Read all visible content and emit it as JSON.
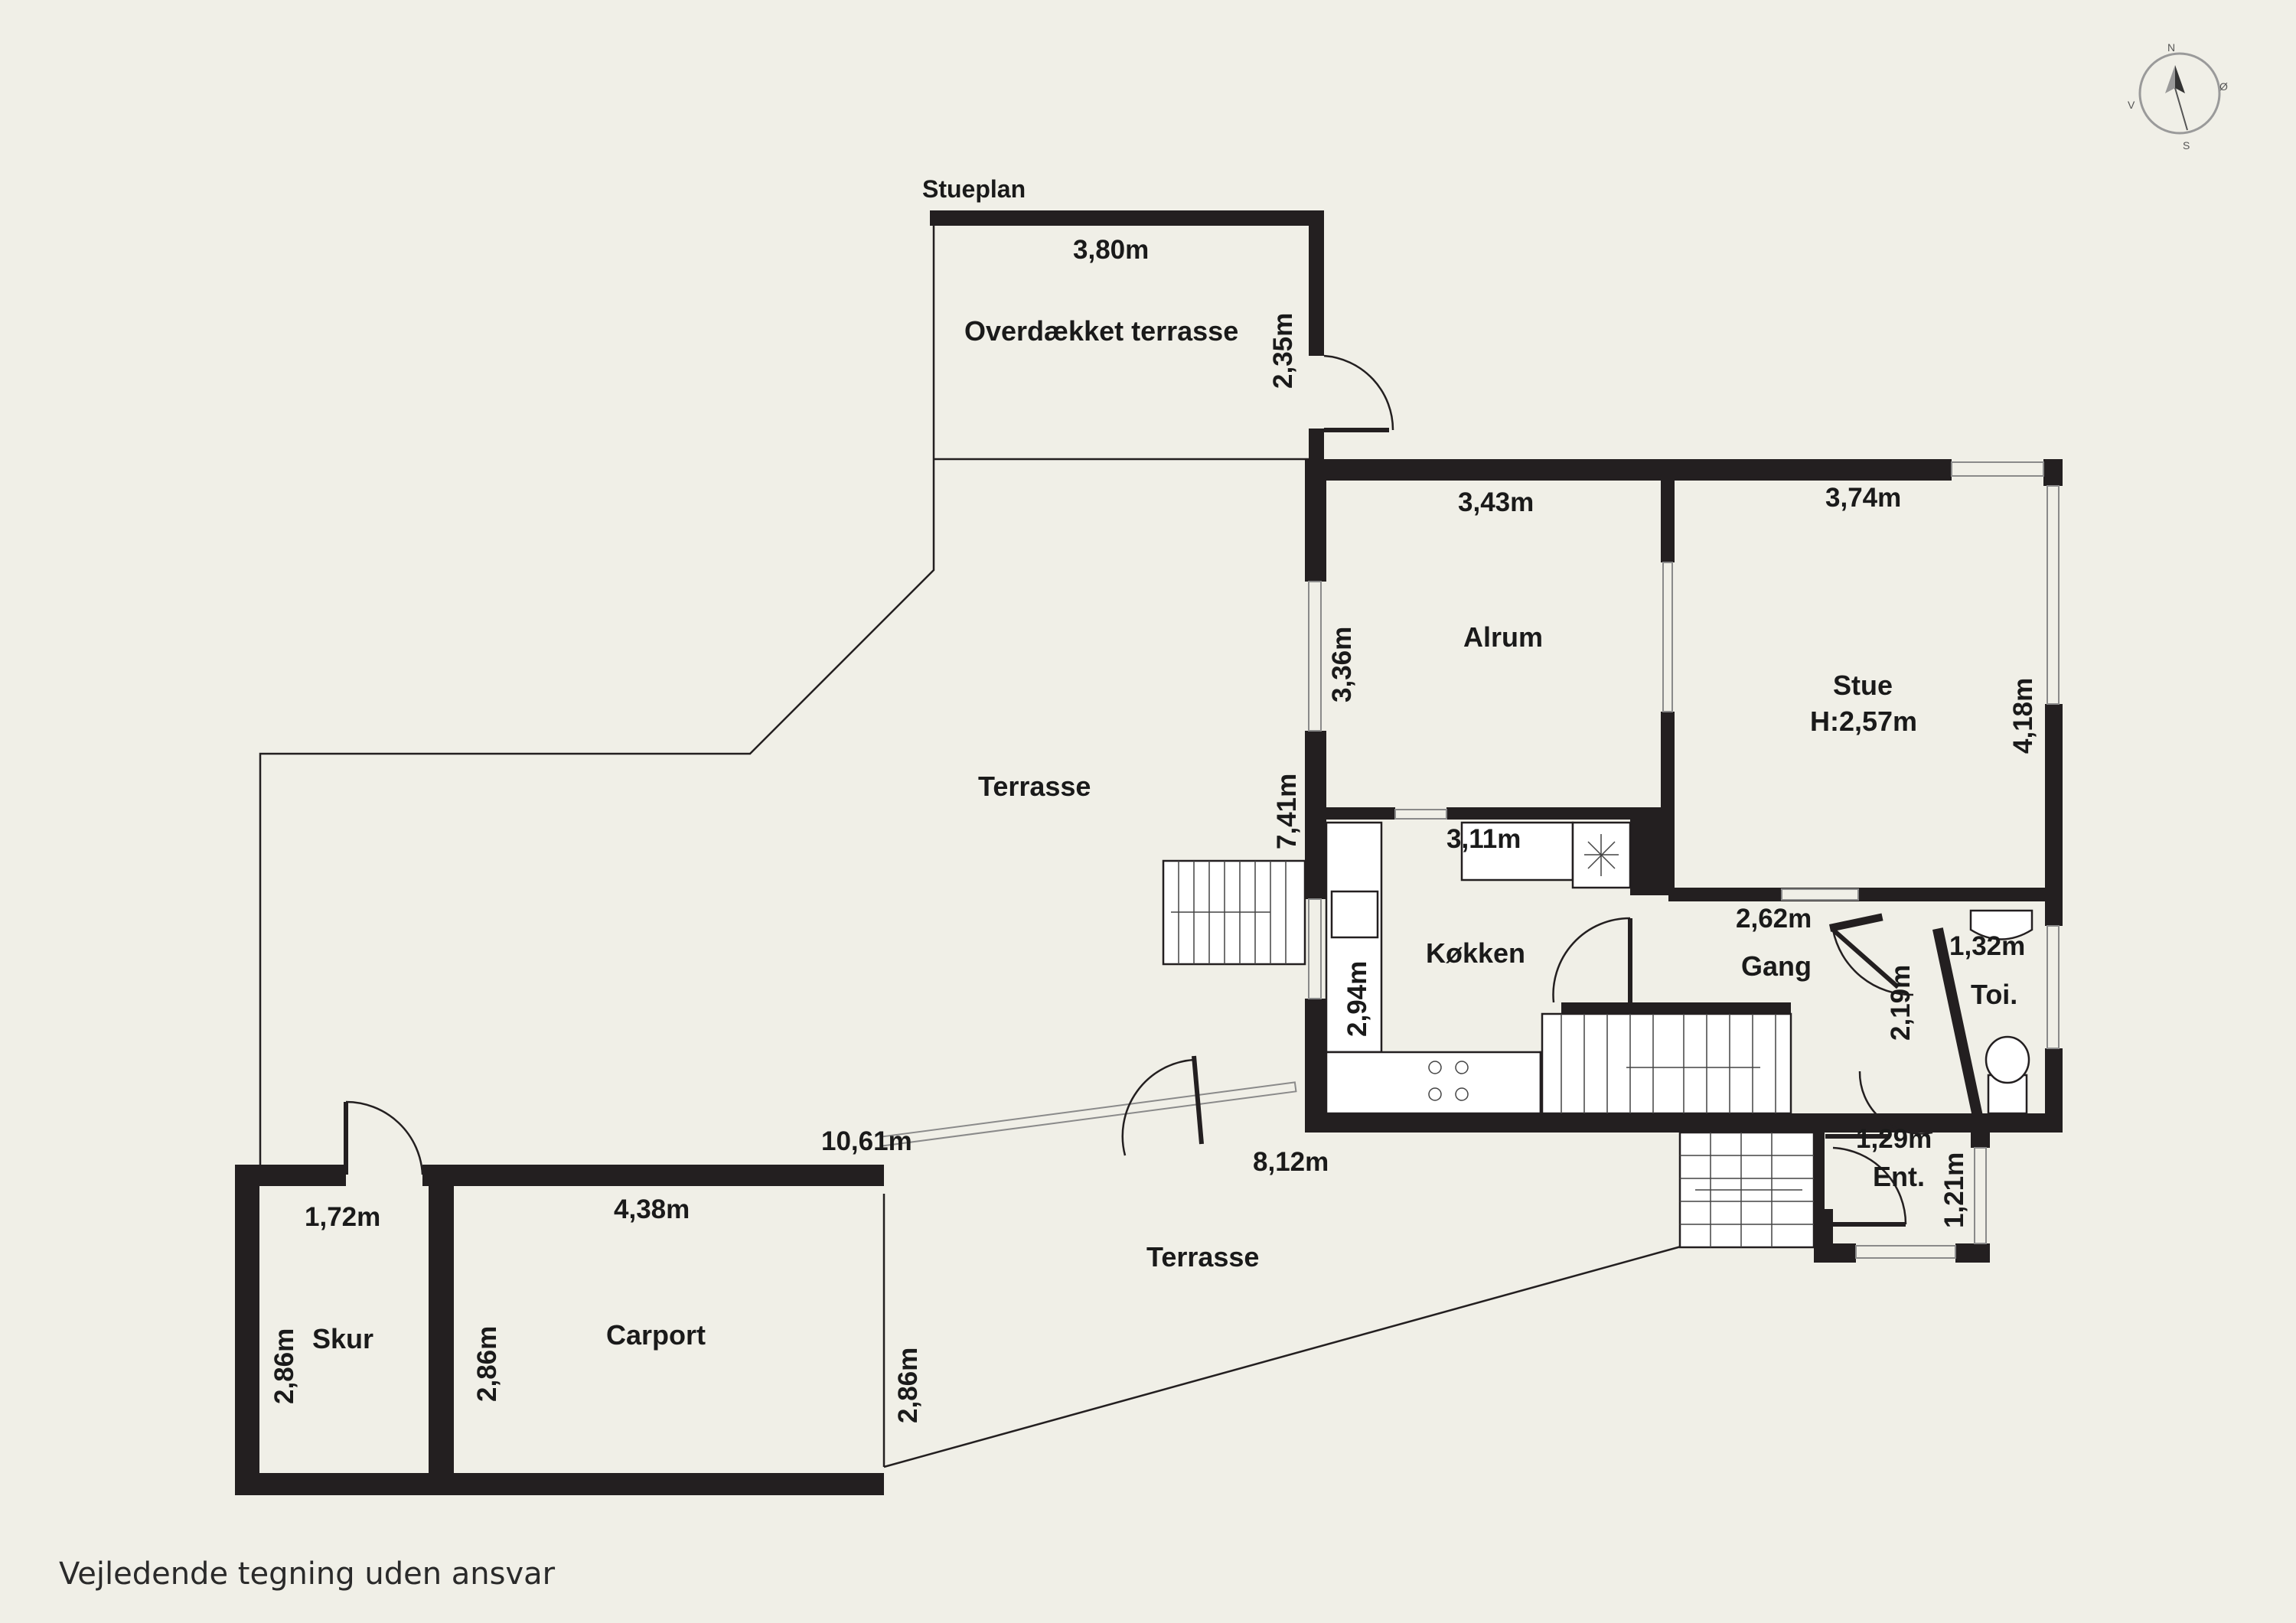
{
  "plan_title": "Stueplan",
  "disclaimer": "Vejledende tegning uden ansvar",
  "compass": {
    "n": "N",
    "s": "S",
    "e": "Ø",
    "w": "V"
  },
  "rooms": {
    "overdaekket": "Overdækket terrasse",
    "terrasse_top": "Terrasse",
    "alrum": "Alrum",
    "stue": "Stue",
    "stue_height": "H:2,57m",
    "kokken": "Køkken",
    "gang": "Gang",
    "toi": "Toi.",
    "ent": "Ent.",
    "skur": "Skur",
    "carport": "Carport",
    "terrasse_bottom": "Terrasse"
  },
  "dimensions": {
    "overdaekket_w": "3,80m",
    "overdaekket_h": "2,35m",
    "alrum_w": "3,43m",
    "alrum_h": "3,36m",
    "stue_w": "3,74m",
    "stue_h": "4,18m",
    "terrasse_h": "7,41m",
    "kokken_w": "3,11m",
    "kokken_h": "2,94m",
    "gang_w": "2,62m",
    "gang_h": "2,19m",
    "toi_w": "1,32m",
    "ent_w": "1,29m",
    "ent_h": "1,21m",
    "terrasse_line": "10,61m",
    "terrasse_front": "8,12m",
    "skur_w": "1,72m",
    "skur_h": "2,86m",
    "carport_w": "4,38m",
    "carport_h": "2,86m",
    "carport_side": "2,86m"
  }
}
